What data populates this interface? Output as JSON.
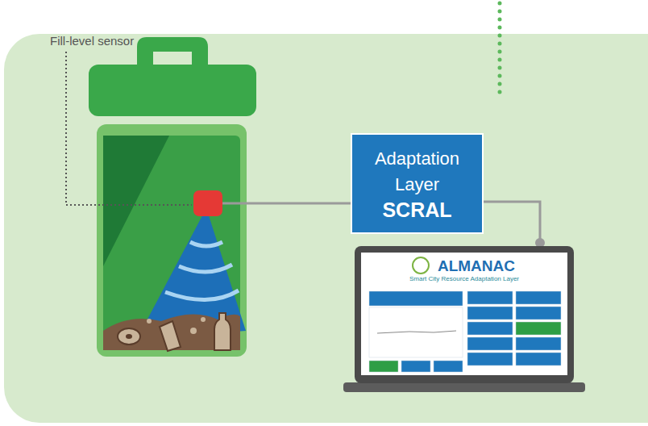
{
  "diagram": {
    "nodes": [
      {
        "text": [
          "Adaptation Layer",
          "SCRAL"
        ]
      },
      {
        "text": [
          "ALMANAC",
          "Smart City Resource Adaptation Layer"
        ]
      }
    ],
    "edges": [
      {
        "from": 0,
        "to": 1,
        "arrow": "none"
      }
    ],
    "labels": [
      "Fill-level sensor"
    ]
  }
}
